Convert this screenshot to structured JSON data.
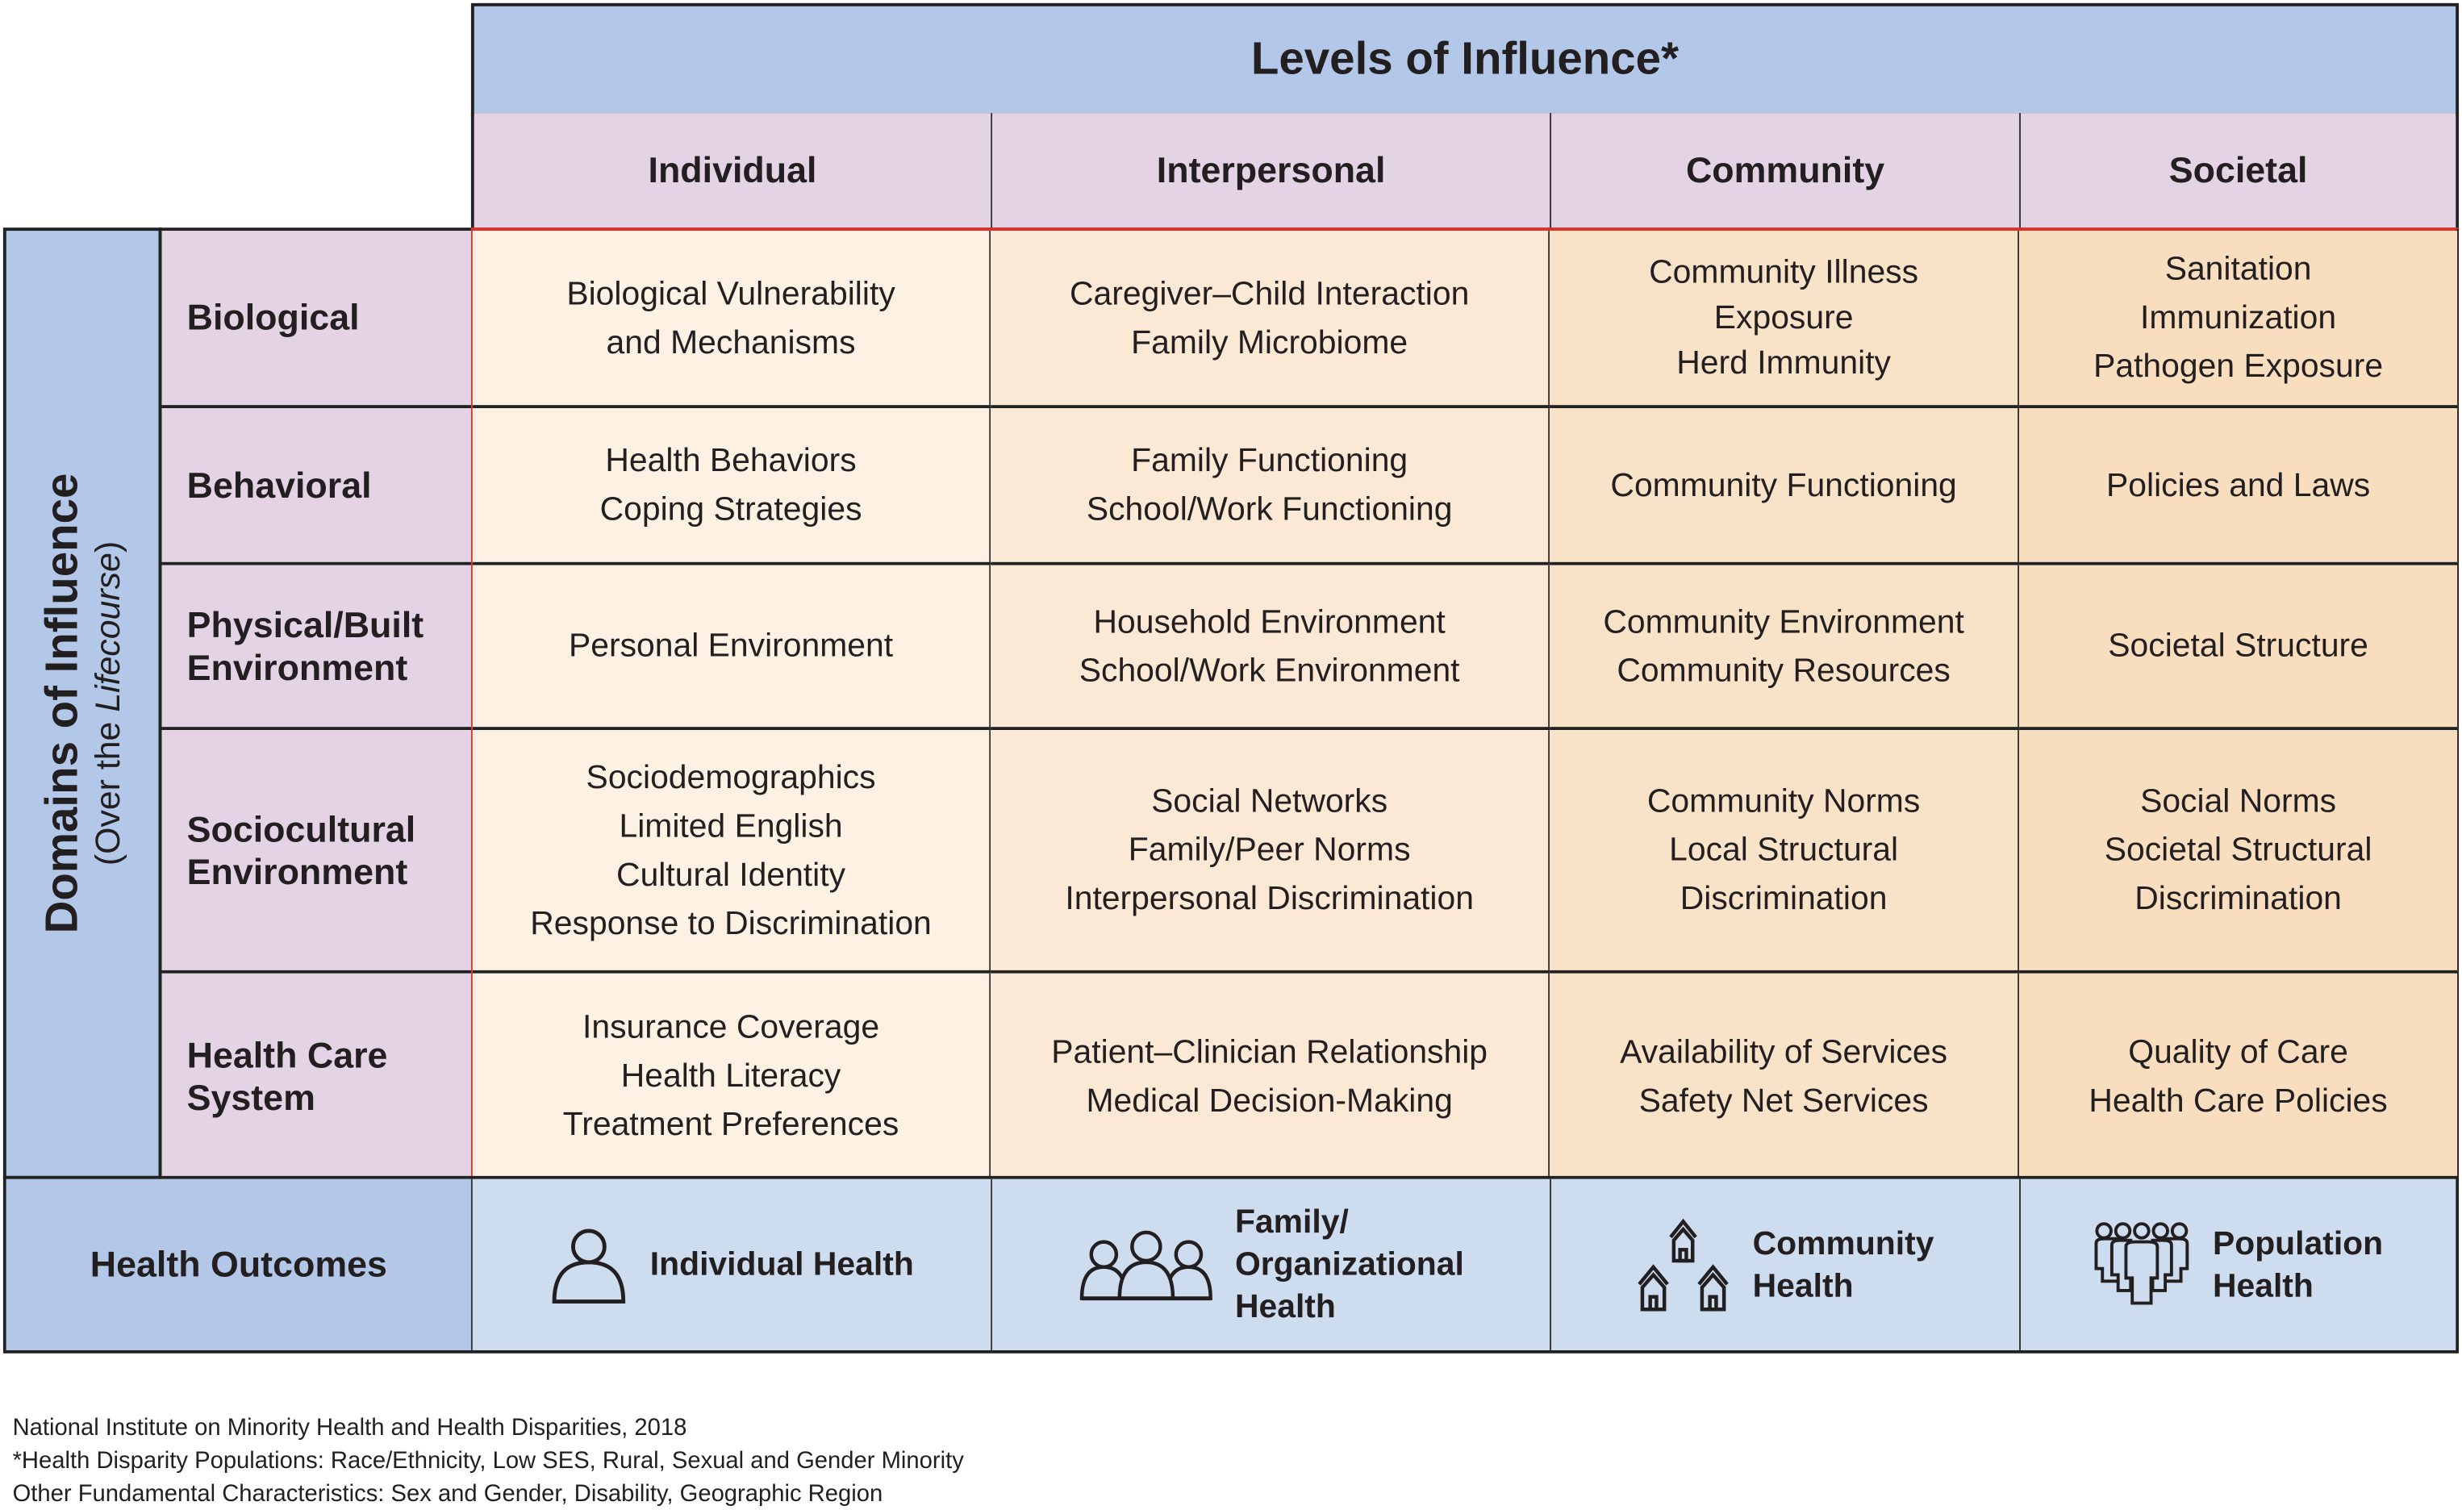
{
  "title": "Levels of Influence*",
  "levels": [
    "Individual",
    "Interpersonal",
    "Community",
    "Societal"
  ],
  "domains_label": {
    "main": "Domains of Influence",
    "sub_prefix": "(Over the ",
    "sub_italic": "Lifecourse",
    "sub_suffix": ")"
  },
  "domains": [
    {
      "label": [
        "Biological"
      ],
      "cells": [
        [
          "Biological Vulnerability",
          "and Mechanisms"
        ],
        [
          "Caregiver–Child Interaction",
          "Family Microbiome"
        ],
        [
          "Community Illness",
          "Exposure",
          "Herd Immunity"
        ],
        [
          "Sanitation",
          "Immunization",
          "Pathogen Exposure"
        ]
      ]
    },
    {
      "label": [
        "Behavioral"
      ],
      "cells": [
        [
          "Health Behaviors",
          "Coping Strategies"
        ],
        [
          "Family Functioning",
          "School/Work Functioning"
        ],
        [
          "Community Functioning"
        ],
        [
          "Policies and Laws"
        ]
      ]
    },
    {
      "label": [
        "Physical/Built",
        "Environment"
      ],
      "cells": [
        [
          "Personal Environment"
        ],
        [
          "Household Environment",
          "School/Work Environment"
        ],
        [
          "Community Environment",
          "Community Resources"
        ],
        [
          "Societal Structure"
        ]
      ]
    },
    {
      "label": [
        "Sociocultural",
        "Environment"
      ],
      "cells": [
        [
          "Sociodemographics",
          "Limited English",
          "Cultural Identity",
          "Response to Discrimination"
        ],
        [
          "Social Networks",
          "Family/Peer Norms",
          "Interpersonal Discrimination"
        ],
        [
          "Community Norms",
          "Local Structural",
          "Discrimination"
        ],
        [
          "Social Norms",
          "Societal Structural",
          "Discrimination"
        ]
      ]
    },
    {
      "label": [
        "Health Care",
        "System"
      ],
      "cells": [
        [
          "Insurance Coverage",
          "Health Literacy",
          "Treatment Preferences"
        ],
        [
          "Patient–Clinician Relationship",
          "Medical Decision-Making"
        ],
        [
          "Availability of Services",
          "Safety Net Services"
        ],
        [
          "Quality of Care",
          "Health Care Policies"
        ]
      ]
    }
  ],
  "outcomes": {
    "label": "Health Outcomes",
    "items": [
      {
        "icon": "person-icon",
        "lines": [
          "Individual Health"
        ]
      },
      {
        "icon": "group-icon",
        "lines": [
          "Family/",
          "Organizational",
          "Health"
        ]
      },
      {
        "icon": "houses-icon",
        "lines": [
          "Community",
          "Health"
        ]
      },
      {
        "icon": "crowd-icon",
        "lines": [
          "Population",
          "Health"
        ]
      }
    ]
  },
  "footnotes": [
    "National Institute on Minority Health and Health Disparities, 2018",
    "*Health Disparity Populations: Race/Ethnicity, Low SES, Rural, Sexual and Gender Minority",
    "Other Fundamental Characteristics: Sex and Gender, Disability, Geographic Region"
  ],
  "colors": {
    "header_blue": "#b3c8e9",
    "header_purple": "#e3d3e5",
    "outcome_blue": "#cedcf0",
    "individual_cell": "#fdf1e4",
    "interpersonal_cell": "#fbe9d6",
    "community_cell": "#f9e3c8",
    "societal_cell": "#f8debf",
    "accent_red": "#d9342b"
  }
}
